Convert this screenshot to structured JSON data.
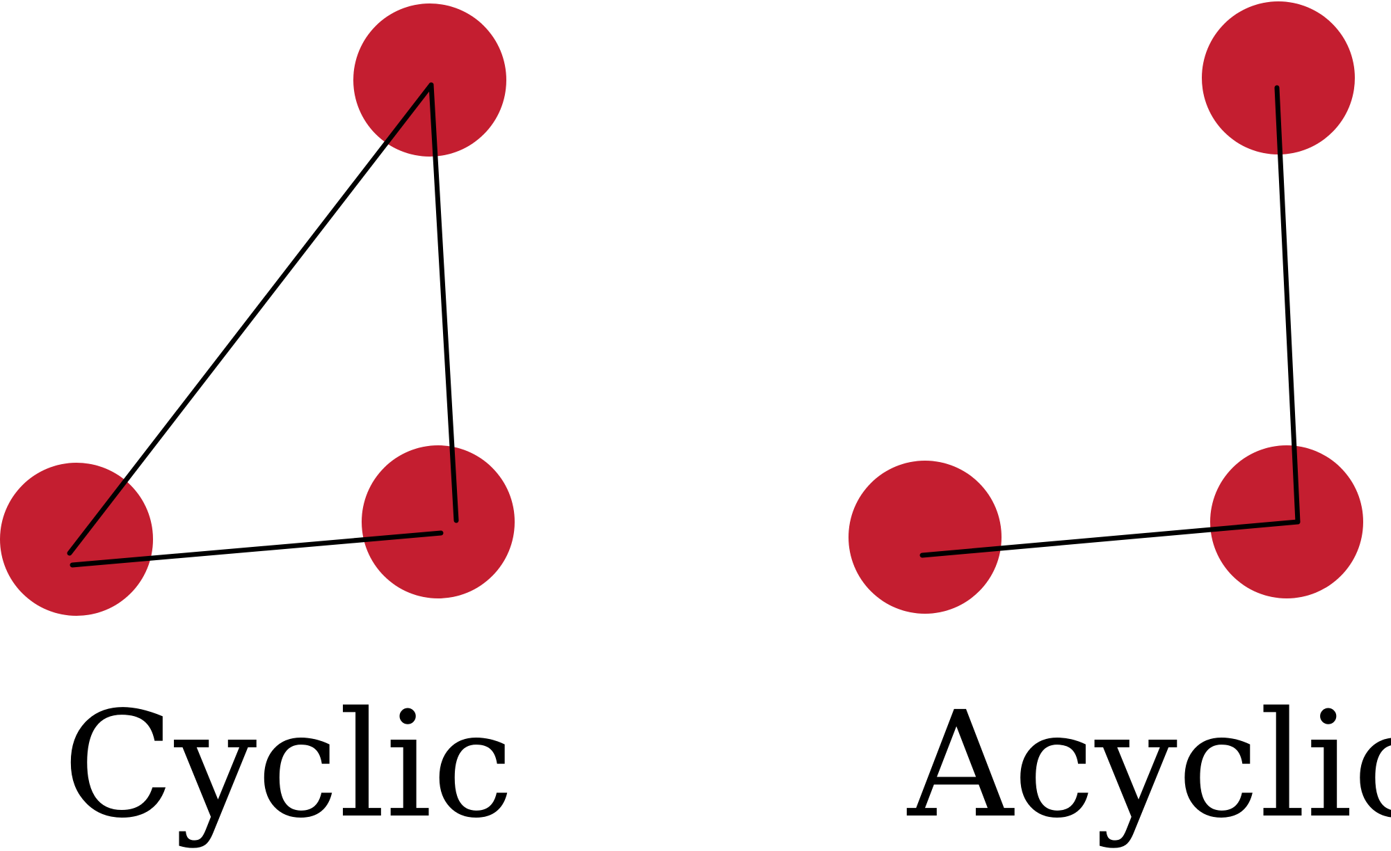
{
  "colors": {
    "node": "#C41E30",
    "edge": "#000000",
    "background": "#FFFFFF"
  },
  "graphs": [
    {
      "label": "Cyclic",
      "nodes": [
        "top",
        "bottom-left",
        "bottom-right"
      ],
      "edges": [
        [
          "bottom-left",
          "top"
        ],
        [
          "top",
          "bottom-right"
        ],
        [
          "bottom-right",
          "bottom-left"
        ]
      ]
    },
    {
      "label": "Acyclic",
      "nodes": [
        "top",
        "bottom-left",
        "bottom-right"
      ],
      "edges": [
        [
          "top",
          "bottom-right"
        ],
        [
          "bottom-right",
          "bottom-left"
        ]
      ]
    }
  ]
}
